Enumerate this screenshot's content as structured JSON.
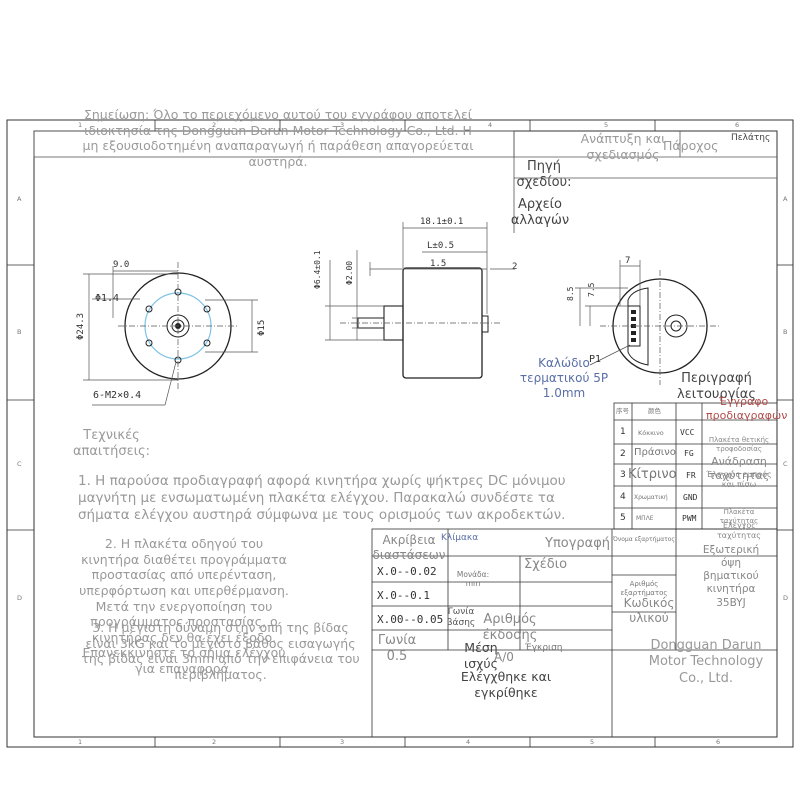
{
  "notice": "Σημείωση: Όλο το περιεχόμενο αυτού του εγγράφου αποτελεί ιδιοκτησία της Dongguan Darun Motor Technology Co., Ltd. Η μη εξουσιοδοτημένη αναπαραγωγή ή παράθεση απαγορεύεται αυστηρά.",
  "grid": {
    "cols_top": [
      "1",
      "2",
      "3",
      "4",
      "5",
      "6"
    ],
    "cols_bottom": [
      "1",
      "2",
      "3",
      "4",
      "5",
      "6"
    ],
    "rows_left": [
      "A",
      "B",
      "C",
      "D"
    ],
    "rows_right": [
      "A",
      "B",
      "C",
      "D"
    ]
  },
  "title_block_top": {
    "development": "Ανάπτυξη και σχεδιασμός",
    "supplier": "Πάροχος",
    "customer": "Πελάτης",
    "drawing_source": "Πηγή σχεδίου:",
    "change_file": "Αρχείο αλλαγών"
  },
  "front_view": {
    "dim_9": "9.0",
    "dim_phi14": "Φ1.4",
    "dim_phi243": "Φ24.3",
    "dim_phi15": "Φ15",
    "holes": "6-M2×0.4"
  },
  "side_view": {
    "dim_181": "18.1±0.1",
    "dim_L": "L±0.5",
    "dim_15": "1.5",
    "dim_2": "2",
    "dim_phi64": "Φ6.4±0.1",
    "dim_phi2": "Φ2.00"
  },
  "rear_view": {
    "dim_7": "7",
    "dim_85": "8.5",
    "dim_75": "7.5",
    "p1": "P1",
    "cable": "Καλώδιο τερματικού 5P 1.0mm"
  },
  "wire_table": {
    "header_no": "序号",
    "header_color": "颜色",
    "rows": [
      {
        "no": "1",
        "color": "Κόκκινο",
        "signal": "VCC"
      },
      {
        "no": "2",
        "color": "Πράσινο",
        "signal": "FG"
      },
      {
        "no": "3",
        "color": "Κίτρινο",
        "signal": "FR"
      },
      {
        "no": "4",
        "color": "Χρωματική",
        "signal": "GND"
      },
      {
        "no": "5",
        "color": "ΜΠΛΕ",
        "signal": "PWM"
      }
    ],
    "func_desc_header": "Περιγραφή λειτουργίας",
    "func_desc_overlay": "Έγγραφο προδιαγραφών",
    "functions": [
      "Πλακέτα θετικής τροφοδοσίας",
      "Ανάδραση ταχύτητας",
      "Έλεγχος εμπρός και πίσω",
      "Πλακέτα ταχύτητας",
      "Έλεγχος ταχύτητας"
    ]
  },
  "requirements": {
    "title": "Τεχνικές απαιτήσεις:",
    "item1": "1. Η παρούσα προδιαγραφή αφορά κινητήρα χωρίς ψήκτρες DC μόνιμου μαγνήτη με ενσωματωμένη πλακέτα ελέγχου. Παρακαλώ συνδέστε τα σήματα ελέγχου αυστηρά σύμφωνα με τους ορισμούς των ακροδεκτών.",
    "item2": "2. Η πλακέτα οδηγού του κινητήρα διαθέτει προγράμματα προστασίας από υπερένταση, υπερφόρτωση και υπερθέρμανση. Μετά την ενεργοποίηση του προγράμματος προστασίας, ο κινητήρας δεν θα έχει έξοδο. Επανεκκινήστε το σήμα ελέγχου για επαναφορά.",
    "item3": "3. Η μέγιστη δύναμη στην οπή της βίδας είναι 3kG και το μέγιστο βάθος εισαγωγής της βίδας είναι 3mm από την επιφάνεια του περιβλήματος."
  },
  "bottom_block": {
    "scale": "Κλίμακα",
    "precision": "Ακρίβεια διαστάσεων",
    "signature": "Υπογραφή",
    "part_name": "Όνομα εξαρτήματος",
    "design": "Σχέδιο",
    "unit": "Μονάδα: mm",
    "tol1": "X.0--0.02",
    "tol2": "X.0--0.1",
    "tol3": "X.00--0.05",
    "angle": "Γωνία 0.5",
    "base_angle": "Γωνία βάσης",
    "part_number": "Αριθμός εξαρτήματος",
    "material_code": "Κωδικός υλικού",
    "drawing_title": "Εξωτερική όψη βηματικού κινητήρα 35BYJ",
    "company": "Dongguan Darun Motor Technology Co., Ltd.",
    "issue_no": "Αριθμός έκδοσης",
    "approval": "Έγκριση",
    "avg_force": "Μέση ισχύς",
    "version": "A/0",
    "checked": "Ελέγχθηκε και εγκρίθηκε"
  }
}
